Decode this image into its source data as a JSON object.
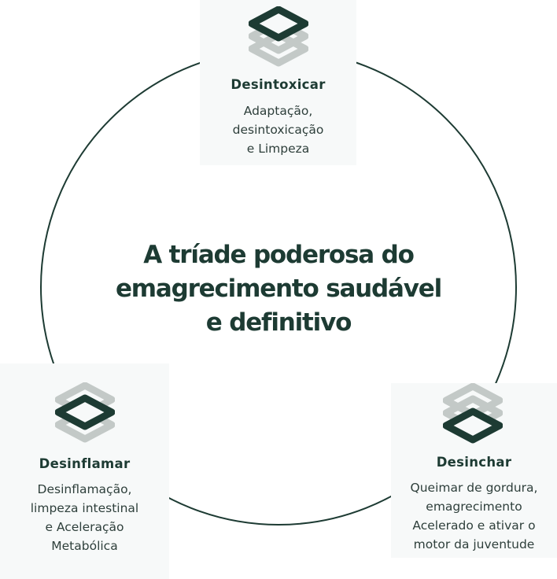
{
  "diagram": {
    "title_lines": [
      "A tríade poderosa do",
      "emagrecimento saudável",
      "e definitivo"
    ],
    "colors": {
      "primary": "#1d3b33",
      "faded": "#c3c9c7",
      "card_bg": "#f7f9f9"
    },
    "stages": [
      {
        "name": "Desintoxicar",
        "icon": "layers-icon",
        "active_layer": "top",
        "desc_lines": [
          "Adaptação,",
          "desintoxicação",
          "e Limpeza"
        ]
      },
      {
        "name": "Desinflamar",
        "icon": "layers-icon",
        "active_layer": "middle",
        "desc_lines": [
          "Desinflamação,",
          "limpeza intestinal",
          "e Aceleração",
          "Metabólica"
        ]
      },
      {
        "name": "Desinchar",
        "icon": "layers-icon",
        "active_layer": "bottom",
        "desc_lines": [
          "Queimar de gordura,",
          "emagrecimento",
          "Acelerado e ativar o",
          "motor da juventude"
        ]
      }
    ]
  }
}
